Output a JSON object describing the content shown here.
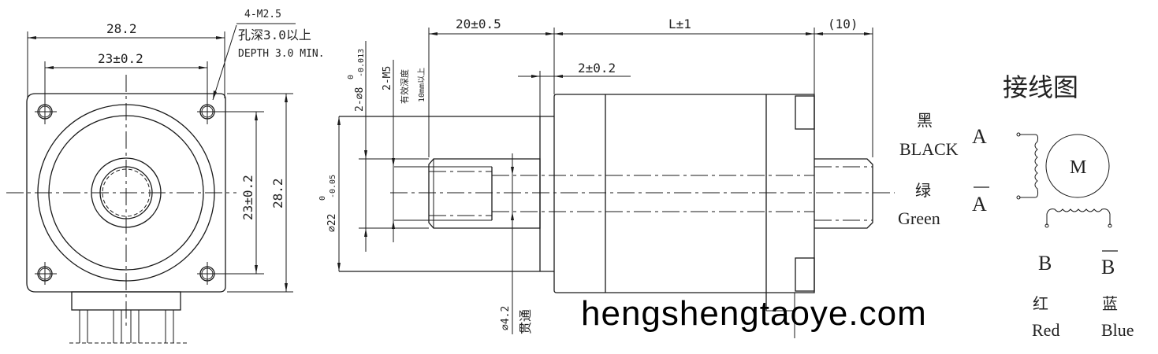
{
  "front_view": {
    "overall_width": "28.2",
    "hole_spacing_h": "23±0.2",
    "hole_spacing_v": "23±0.2",
    "overall_height": "28.2",
    "mount_hole_callout": {
      "spec": "4-M2.5",
      "depth_cn": "孔深3.0以上",
      "depth_en": "DEPTH 3.0 MIN."
    }
  },
  "side_view": {
    "shaft_dia": "2-⌀8",
    "shaft_dia_tol_upper": "0",
    "shaft_dia_tol_lower": "-0.013",
    "thread_spec": "2-M5",
    "thread_depth_cn_1": "有效深度",
    "thread_depth_cn_2": "10mm以上",
    "boss_dia": "⌀22",
    "boss_dia_tol_upper": "0",
    "boss_dia_tol_lower": "-0.05",
    "shaft_length": "20±0.5",
    "body_length": "L±1",
    "rear_shaft_length": "(10)",
    "boss_height": "2±0.2",
    "through_hole": "⌀4.2",
    "through_hole_cn": "贯通"
  },
  "wiring_diagram": {
    "title": "接线图",
    "motor_label": "M",
    "phases": [
      {
        "terminal": "A",
        "overline": false,
        "color_cn": "黑",
        "color_en": "BLACK"
      },
      {
        "terminal": "A",
        "overline": true,
        "color_cn": "绿",
        "color_en": "Green"
      },
      {
        "terminal": "B",
        "overline": false,
        "color_cn": "红",
        "color_en": "Red"
      },
      {
        "terminal": "B",
        "overline": true,
        "color_cn": "蓝",
        "color_en": "Blue"
      }
    ]
  },
  "watermark": "hengshengtaoye.com"
}
